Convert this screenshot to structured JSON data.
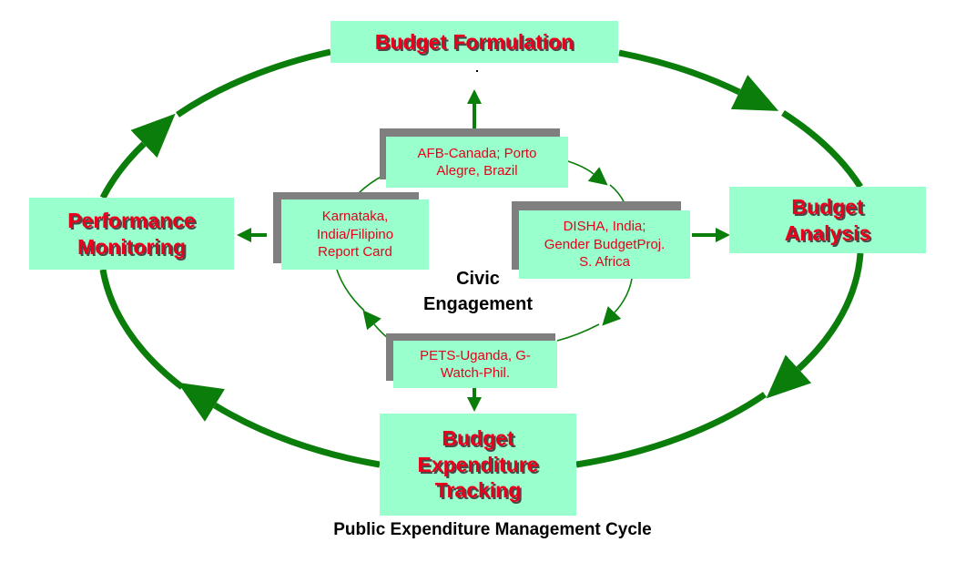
{
  "colors": {
    "arrow": "#0b7d0b",
    "box_fill": "#99ffcc",
    "stage_text": "#e8001c",
    "example_text": "#e8001c",
    "shadow": "#7f7f7f"
  },
  "cycle": {
    "stages": {
      "formulation": "Budget Formulation",
      "analysis": "Budget\nAnalysis",
      "tracking": "Budget\nExpenditure\nTracking",
      "monitoring": "Performance\nMonitoring"
    },
    "center_label": "Civic\nEngagement",
    "examples": {
      "top": "AFB-Canada; Porto\nAlegre, Brazil",
      "right": "DISHA, India;\nGender BudgetProj.\nS. Africa",
      "bottom": "PETS-Uganda, G-\nWatch-Phil.",
      "left": "Karnataka,\nIndia/Filipino\nReport Card"
    },
    "caption": "Public Expenditure Management Cycle"
  }
}
